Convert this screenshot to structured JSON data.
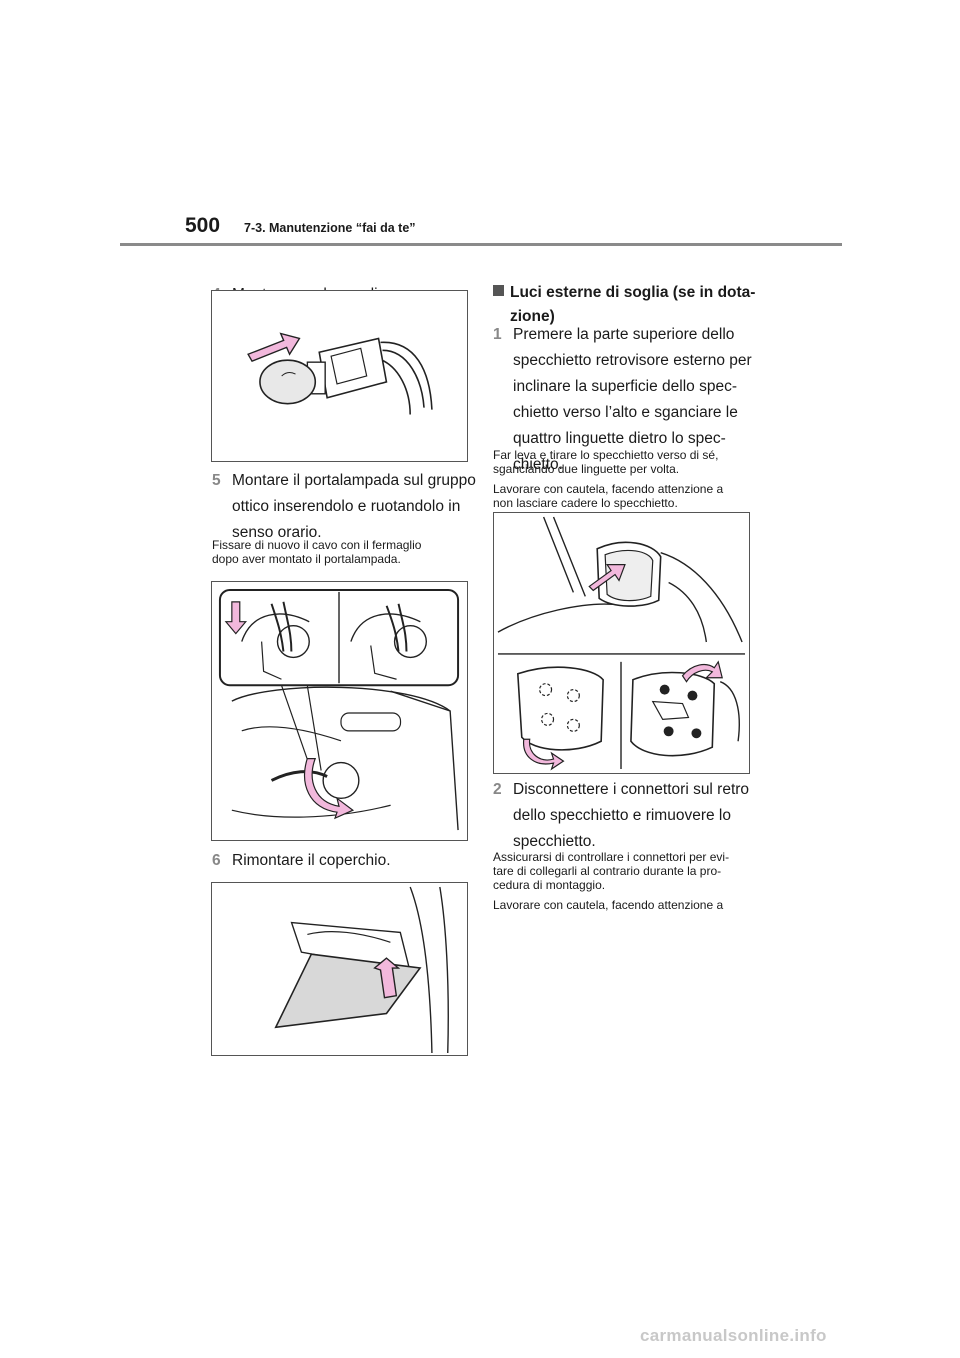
{
  "header": {
    "page_number": "500",
    "section": "7-3. Manutenzione “fai da te”"
  },
  "left": {
    "step4": {
      "num": "4",
      "text": "Montare una lampadina nuova."
    },
    "step5": {
      "num": "5",
      "lines": [
        "Montare il portalampada sul gruppo",
        "ottico inserendolo e ruotandolo in",
        "senso orario."
      ]
    },
    "note5": [
      "Fissare di nuovo il cavo con il fermaglio",
      "dopo aver montato il portalampada."
    ],
    "step6": {
      "num": "6",
      "text": "Rimontare il coperchio."
    }
  },
  "right": {
    "heading_lines": [
      "Luci esterne di soglia (se in dota-",
      "zione)"
    ],
    "step1": {
      "num": "1",
      "lines": [
        "Premere la parte superiore dello",
        "specchietto retrovisore esterno per",
        "inclinare la superficie dello spec-",
        "chietto verso l’alto e sganciare le",
        "quattro linguette dietro lo spec-",
        "chietto."
      ]
    },
    "note1a": [
      "Far leva e tirare lo specchietto verso di sé,",
      "sganciando due linguette per volta."
    ],
    "note1b": [
      "Lavorare con cautela, facendo attenzione a",
      "non lasciare cadere lo specchietto."
    ],
    "step2": {
      "num": "2",
      "lines": [
        "Disconnettere i connettori sul retro",
        "dello specchietto e rimuovere lo",
        "specchietto."
      ]
    },
    "note2a": [
      "Assicurarsi di controllare i connettori per evi-",
      "tare di collegarli al contrario durante la pro-",
      "cedura di montaggio."
    ],
    "note2b": [
      "Lavorare con cautela, facendo attenzione a"
    ]
  },
  "footer": {
    "watermark": "carmanualsonline.info"
  },
  "colors": {
    "arrow_fill": "#f2b8dc",
    "arrow_stroke": "#222222",
    "step_number": "#888888",
    "rule": "#8a8a8a"
  }
}
